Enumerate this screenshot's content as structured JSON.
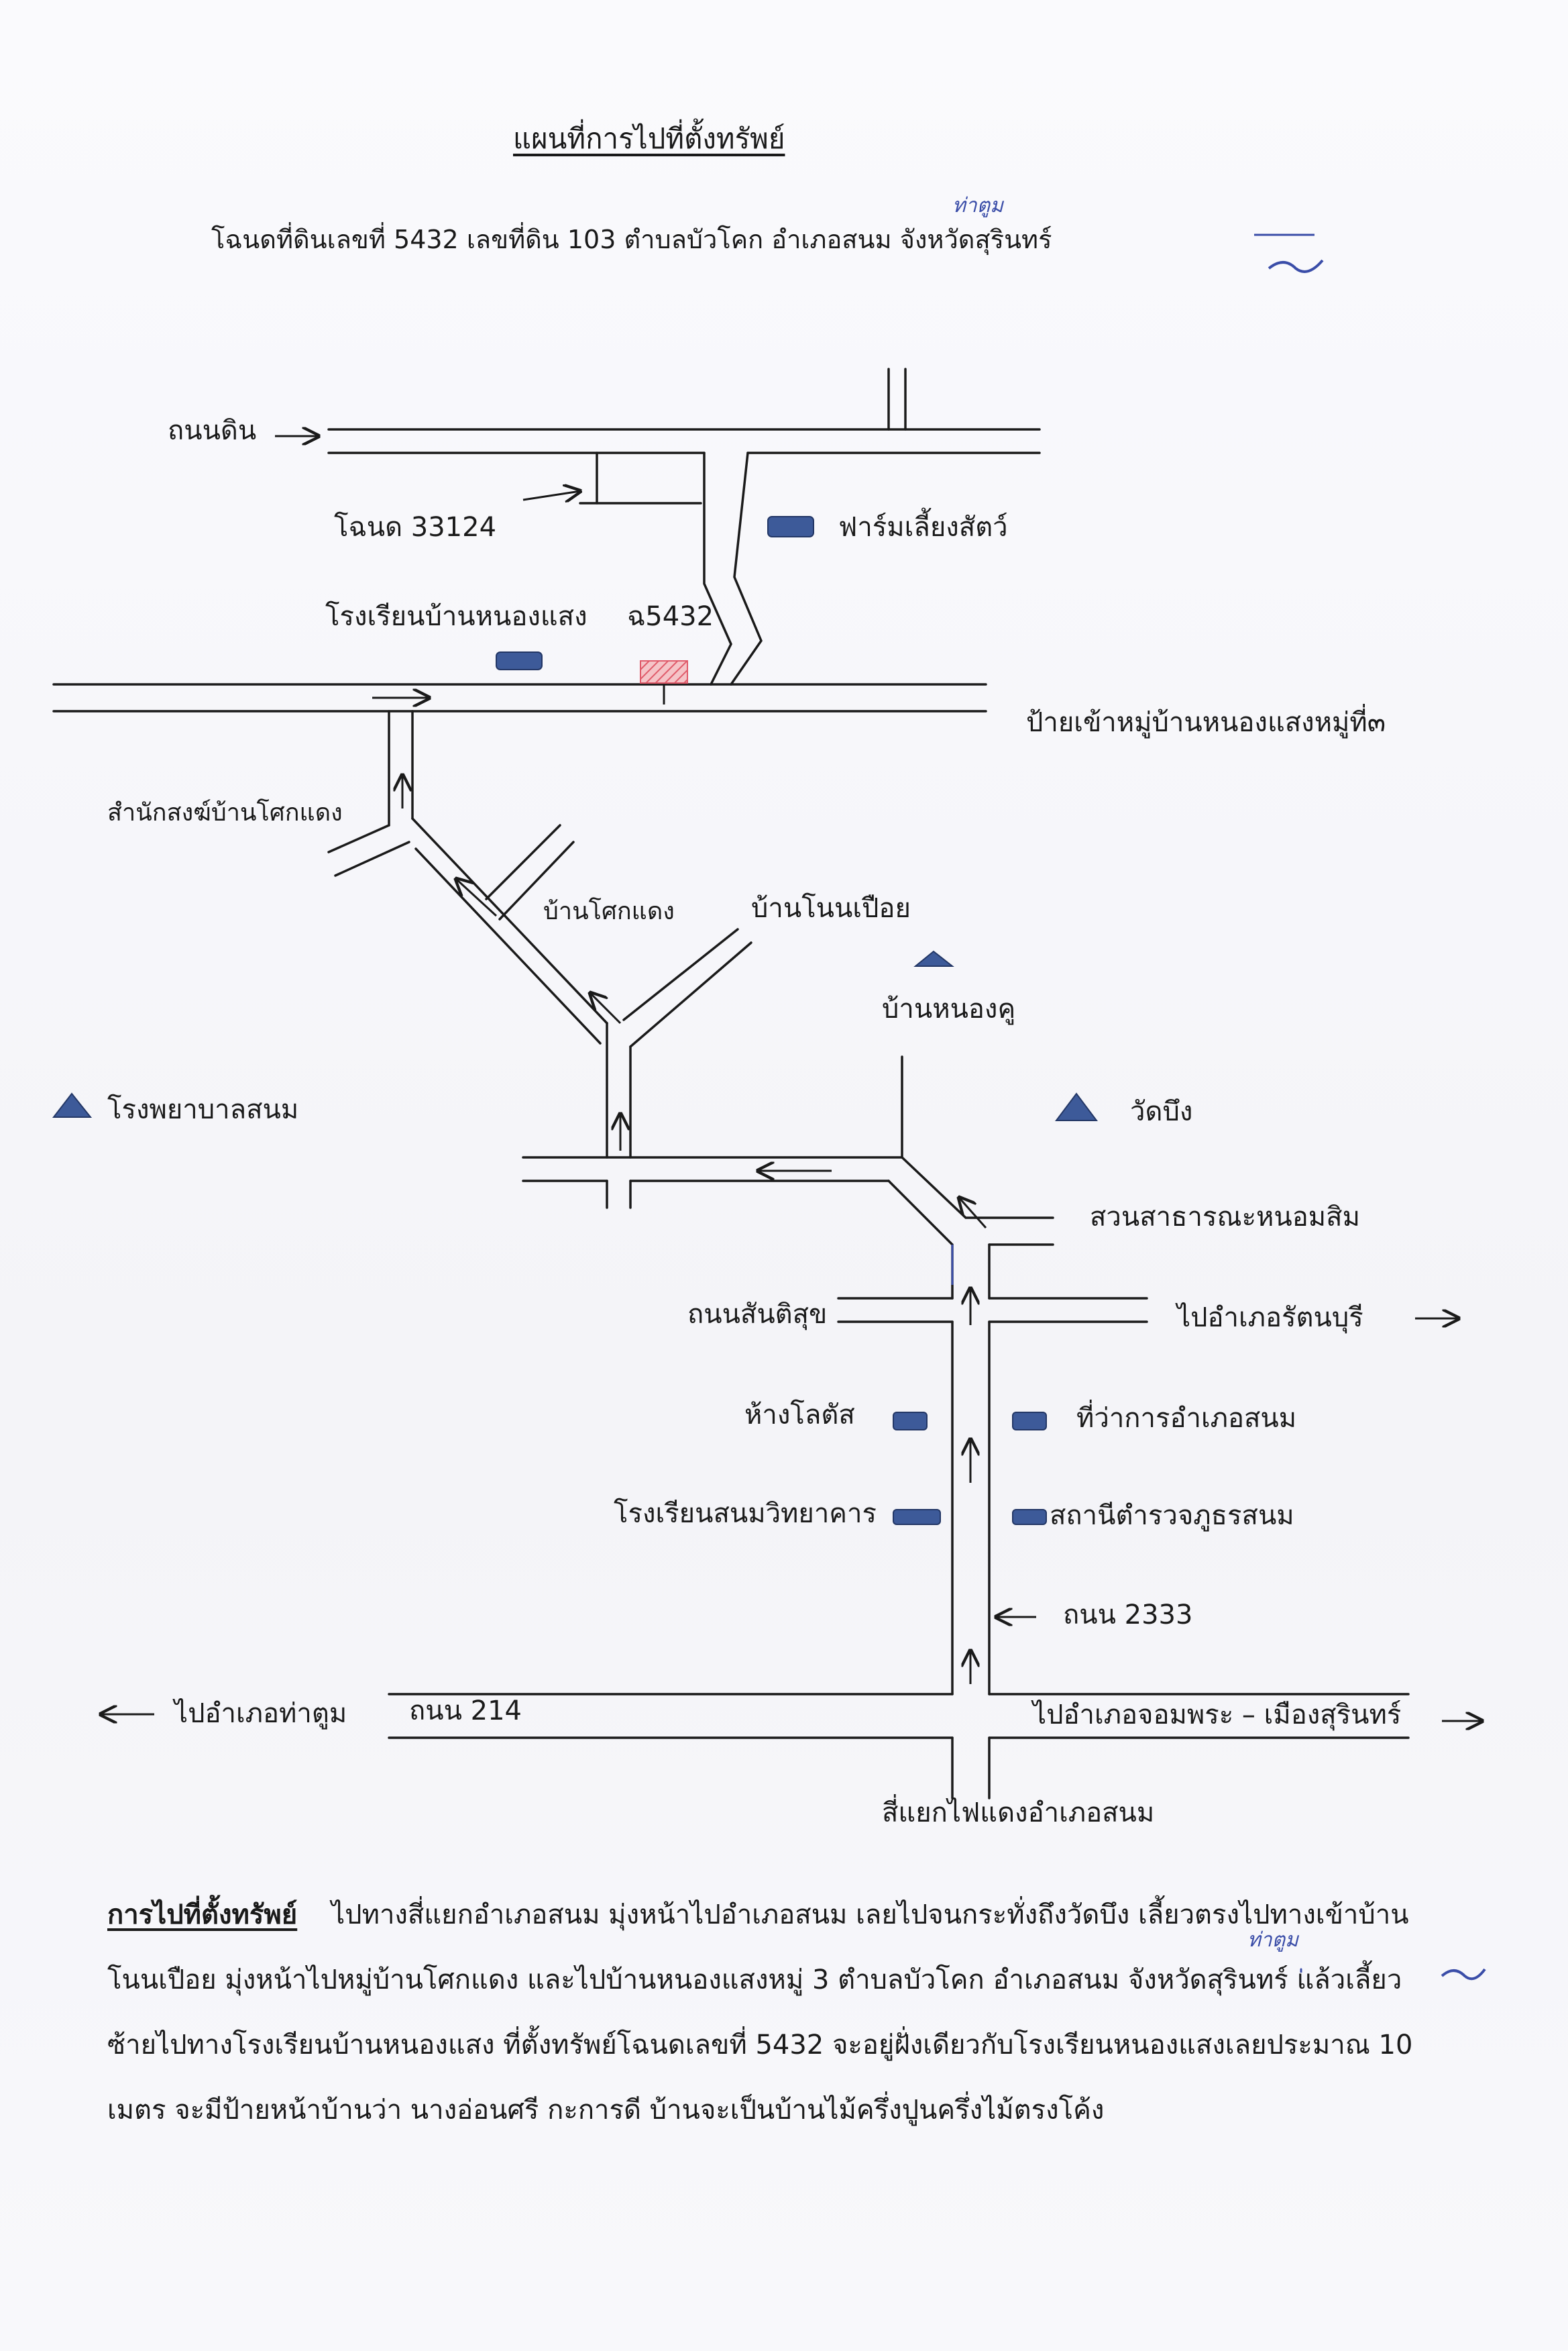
{
  "title": "แผนที่การไปที่ตั้งทรัพย์",
  "subtitle": "โฉนดที่ดินเลขที่  5432   เลขที่ดิน  103  ตำบลบัวโคก  อำเภอสนม  จังหวัดสุรินทร์",
  "handwritten_correction": "ท่าตูม",
  "map_labels": {
    "dirt_road": "ถนนดิน",
    "deed_33124": "โฉนด 33124",
    "livestock_farm": "ฟาร์มเลี้ยงสัตว์",
    "school_nong_saeng": "โรงเรียนบ้านหนองแสง",
    "deed_5432": "ฉ5432",
    "village_sign": "ป้ายเข้าหมู่บ้านหนองแสงหมู่ที่๓",
    "monastery": "สำนักสงฆ์บ้านโศกแดง",
    "ban_sok_daeng": "บ้านโศกแดง",
    "ban_non_pueai": "บ้านโนนเปือย",
    "ban_nong_khu": "บ้านหนองคู",
    "hospital": "โรงพยาบาลสนม",
    "wat_bueng": "วัดบึง",
    "public_park": "สวนสาธารณะหนอมสิม",
    "santisuk_road": "ถนนสันติสุข",
    "to_rattanaburi": "ไปอำเภอรัตนบุรี",
    "lotus_store": "ห้างโลตัส",
    "district_office": "ที่ว่าการอำเภอสนม",
    "school_sanom": "โรงเรียนสนมวิทยาคาร",
    "police_station": "สถานีตำรวจภูธรสนม",
    "road_2333": "ถนน 2333",
    "to_tha_tum": "ไปอำเภอท่าตูม",
    "road_214": "ถนน 214",
    "to_chom_phra": "ไปอำเภอจอมพระ – เมืองสุรินทร์",
    "traffic_light_junction": "สี่แยกไฟแดงอำเภอสนม"
  },
  "directions": {
    "label": "การไปที่ตั้งทรัพย์",
    "text": "ไปทางสี่แยกอำเภอสนม มุ่งหน้าไปอำเภอสนม เลยไปจนกระทั่งถึงวัดบึง เลี้ยวตรงไปทางเข้าบ้านโนนเปือย มุ่งหน้าไปหมู่บ้านโศกแดง และไปบ้านหนองแสงหมู่ 3 ตำบลบัวโคก อำเภอสนม จังหวัดสุรินทร์ แล้วเลี้ยวซ้ายไปทางโรงเรียนบ้านหนองแสง  ที่ตั้งทรัพย์โฉนดเลขที่ 5432   จะอยู่ฝั่งเดียวกับโรงเรียนหนองแสงเลยประมาณ 10 เมตร  จะมีป้ายหน้าบ้านว่า นางอ่อนศรี กะการดี  บ้านจะเป็นบ้านไม้ครึ่งปูนครึ่งไม้ตรงโค้ง"
  },
  "colors": {
    "building_marker": "#3d5a99",
    "triangle_marker": "#3d5a99",
    "property_marker": "#e05a6a",
    "ink": "#1a1a1a",
    "pen_blue": "#3a4da8"
  }
}
